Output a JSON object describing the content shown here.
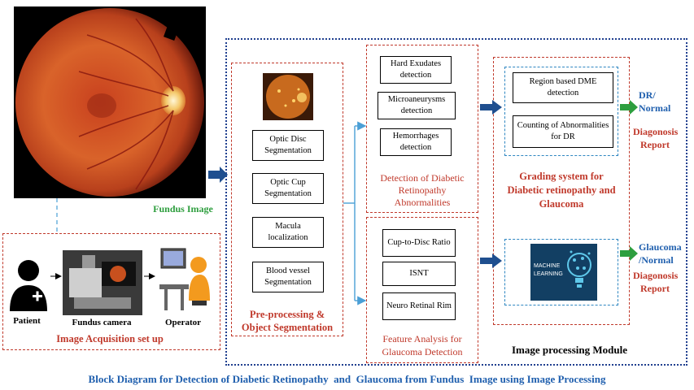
{
  "fundus": {
    "caption": "Fundus Image"
  },
  "acquisition": {
    "title": "Image Acquisition set up",
    "patient": "Patient",
    "camera": "Fundus camera",
    "operator": "Operator"
  },
  "preprocessing": {
    "steps": [
      "Optic Disc Segmentation",
      "Optic Cup Segmentation",
      "Macula localization",
      "Blood vessel Segmentation"
    ],
    "title_line1": "Pre-processing &",
    "title_line2": "Object Segmentation"
  },
  "detection": {
    "items": [
      "Hard Exudates detection",
      "Microaneurysms detection",
      "Hemorrhages detection"
    ],
    "title_line1": "Detection of Diabetic",
    "title_line2": "Retinopathy",
    "title_line3": "Abnormalities"
  },
  "feature": {
    "items": [
      "Cup-to-Disc Ratio",
      "ISNT",
      "Neuro Retinal Rim"
    ],
    "title_line1": "Feature Analysis for",
    "title_line2": "Glaucoma Detection"
  },
  "grading": {
    "items": [
      "Region based DME detection",
      "Counting of Abnormalities for DR"
    ],
    "title_line1": "Grading system for",
    "title_line2": "Diabetic retinopathy and",
    "title_line3": "Glaucoma",
    "ml_line1": "MACHINE",
    "ml_line2": "LEARNING"
  },
  "outputs": {
    "dr_line1": "DR/",
    "dr_line2": "Normal",
    "report1_line1": "Diagonosis",
    "report1_line2": "Report",
    "glaucoma_line1": "Glaucoma",
    "glaucoma_line2": "/Normal",
    "report2_line1": "Diagonosis",
    "report2_line2": "Report"
  },
  "module": {
    "title": "Image processing Module"
  },
  "caption": "Block Diagram for Detection of Diabetic Retinopathy  and  Glaucoma from Fundus  Image using Image Processing"
}
